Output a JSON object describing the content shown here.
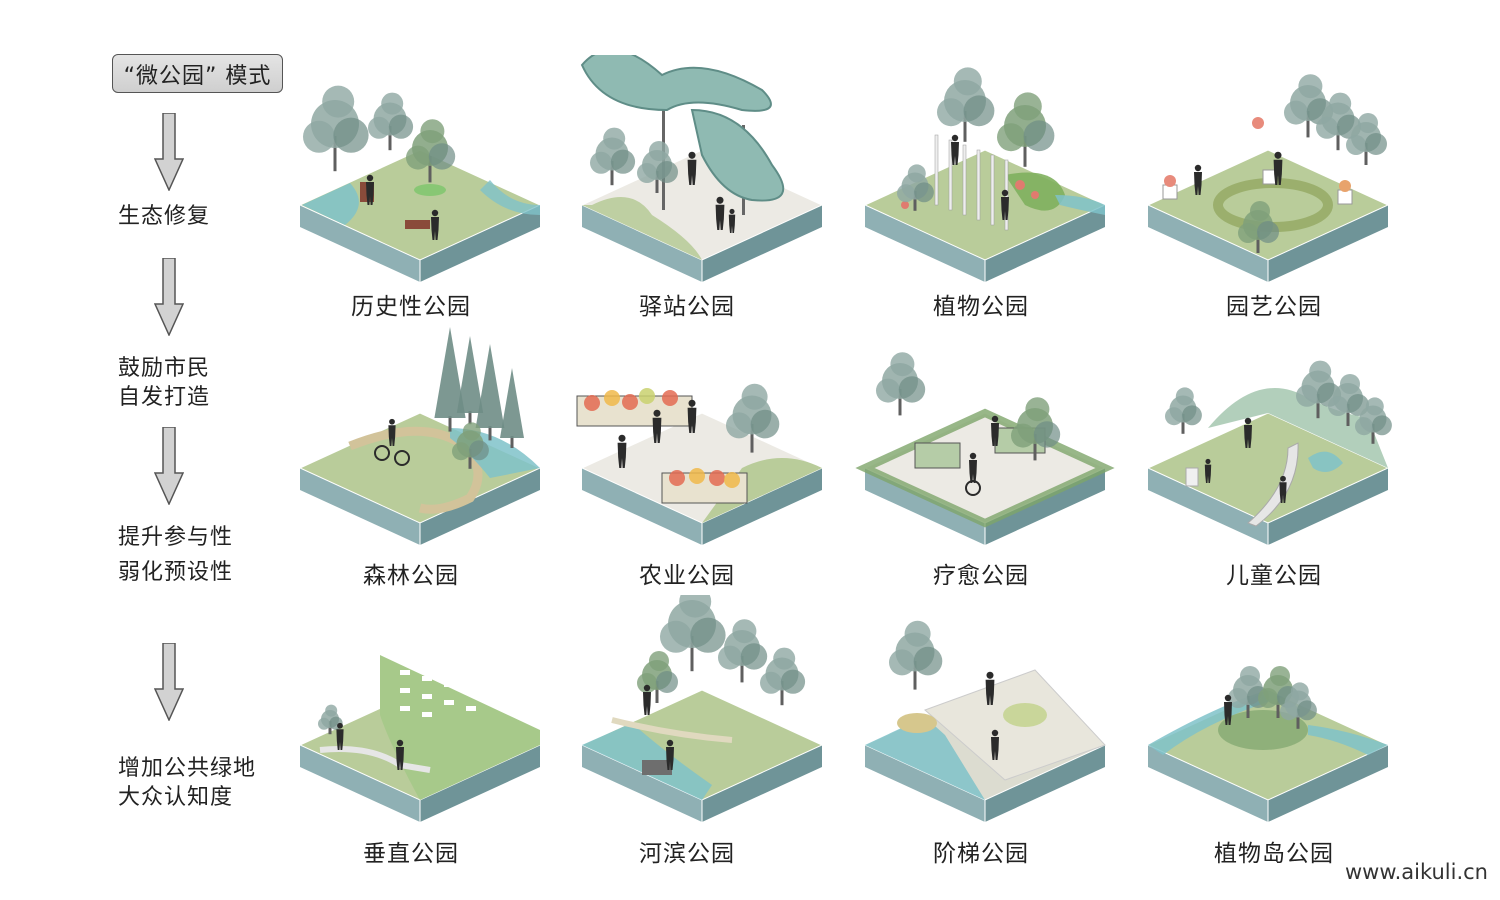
{
  "mode_title": "“微公园” 模式",
  "steps": [
    {
      "lines": [
        "生态修复"
      ]
    },
    {
      "lines": [
        "鼓励市民",
        "自发打造"
      ]
    },
    {
      "lines": [
        "提升参与性",
        "弱化预设性"
      ]
    },
    {
      "lines": [
        "增加公共绿地",
        "大众认知度"
      ]
    }
  ],
  "parks": [
    {
      "label": "历史性公园",
      "icon": "historic-park-icon"
    },
    {
      "label": "驿站公园",
      "icon": "station-park-icon"
    },
    {
      "label": "植物公园",
      "icon": "botanical-park-icon"
    },
    {
      "label": "园艺公园",
      "icon": "horticulture-park-icon"
    },
    {
      "label": "森林公园",
      "icon": "forest-park-icon"
    },
    {
      "label": "农业公园",
      "icon": "agriculture-park-icon"
    },
    {
      "label": "疗愈公园",
      "icon": "healing-park-icon"
    },
    {
      "label": "儿童公园",
      "icon": "children-park-icon"
    },
    {
      "label": "垂直公园",
      "icon": "vertical-park-icon"
    },
    {
      "label": "河滨公园",
      "icon": "riverside-park-icon"
    },
    {
      "label": "阶梯公园",
      "icon": "terrace-park-icon"
    },
    {
      "label": "植物岛公园",
      "icon": "plant-island-park-icon"
    }
  ],
  "watermark": "www.aikuli.cn",
  "colors": {
    "grass": "#b9cc9a",
    "grass_dark": "#8fb07a",
    "soil_side": "#8fb0b4",
    "soil_side_dark": "#6f9498",
    "water": "#7fc2c9",
    "tree": "#8fa8a2",
    "tree_dark": "#6f8d86",
    "paving": "#eceae4"
  }
}
